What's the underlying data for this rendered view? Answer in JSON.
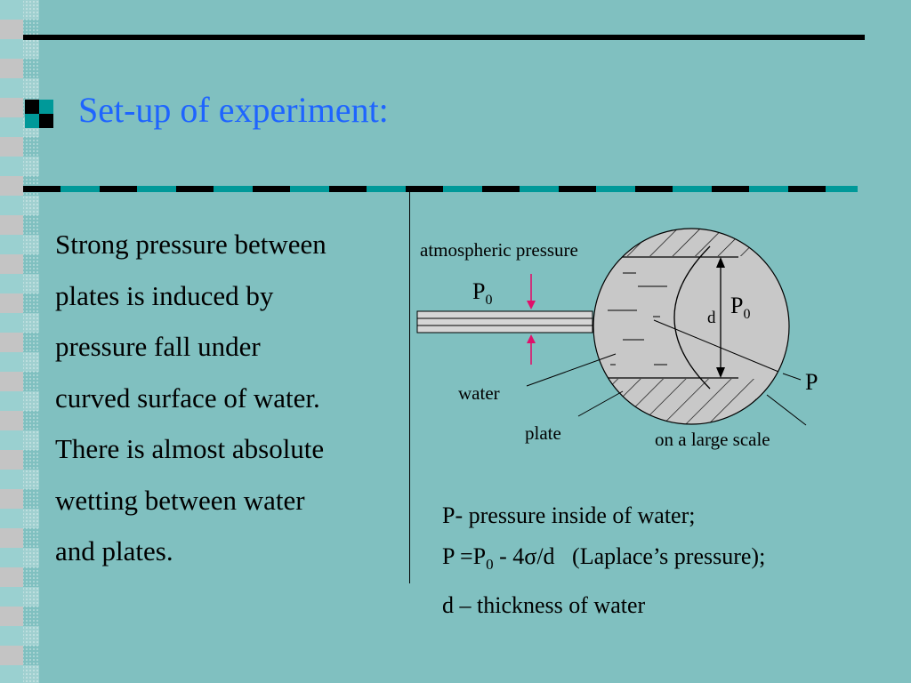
{
  "slide": {
    "title": "Set-up of experiment:",
    "bullet_icon": "black-teal-checker-square",
    "colors": {
      "background": "#80C0C0",
      "title": "#1E64FF",
      "arrow": "#E0106A",
      "dash_accent": "#009999"
    }
  },
  "body_lines": [
    "Strong pressure between",
    "plates is induced by",
    "pressure fall under",
    "curved surface of water.",
    "There is almost absolute",
    "wetting between water",
    "and plates."
  ],
  "diagram": {
    "atmospheric_pressure_label": "atmospheric pressure",
    "p0_left_base": "P",
    "p0_left_sub": "0",
    "p0_right_base": "P",
    "p0_right_sub": "0",
    "d_label": "d",
    "p_label": "P",
    "water_label": "water",
    "plate_label": "plate",
    "scale_label": "on a large scale"
  },
  "legend": {
    "line1": "P- pressure inside of water;",
    "line2_prefix": "P =P",
    "line2_sub": "0",
    "line2_mid": " - 4",
    "line2_sigma": "σ",
    "line2_suffix": "/d   (Laplace’s pressure);",
    "line3": "d – thickness of water"
  }
}
